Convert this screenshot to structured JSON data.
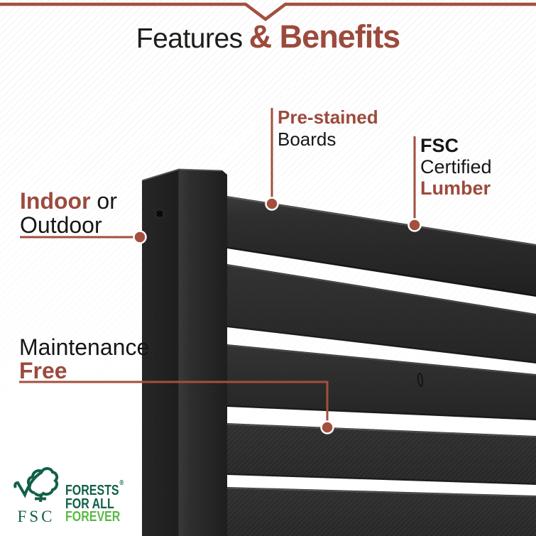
{
  "title": {
    "regular": "Features",
    "accent": "& Benefits"
  },
  "callouts": {
    "prestained": {
      "accent": "Pre-stained",
      "plain": "Boards"
    },
    "fsc": {
      "bold": "FSC",
      "plain": "Certified",
      "accent": "Lumber"
    },
    "indoor": {
      "accent": "Indoor",
      "plain_suffix": " or",
      "plain_line2": "Outdoor"
    },
    "maintenance": {
      "plain": "Maintenance",
      "accent": "Free"
    }
  },
  "fsc_logo": {
    "abbr": "FSC",
    "lines": [
      "FORESTS",
      "FOR ALL",
      "FOREVER"
    ],
    "registered": "®"
  },
  "colors": {
    "accent": "#9c4a3c",
    "callout_line": "#a34f3d",
    "fsc_dark_green": "#12604a",
    "fsc_light_green": "#5cb947",
    "board_charcoal": "#2b2b2b"
  }
}
